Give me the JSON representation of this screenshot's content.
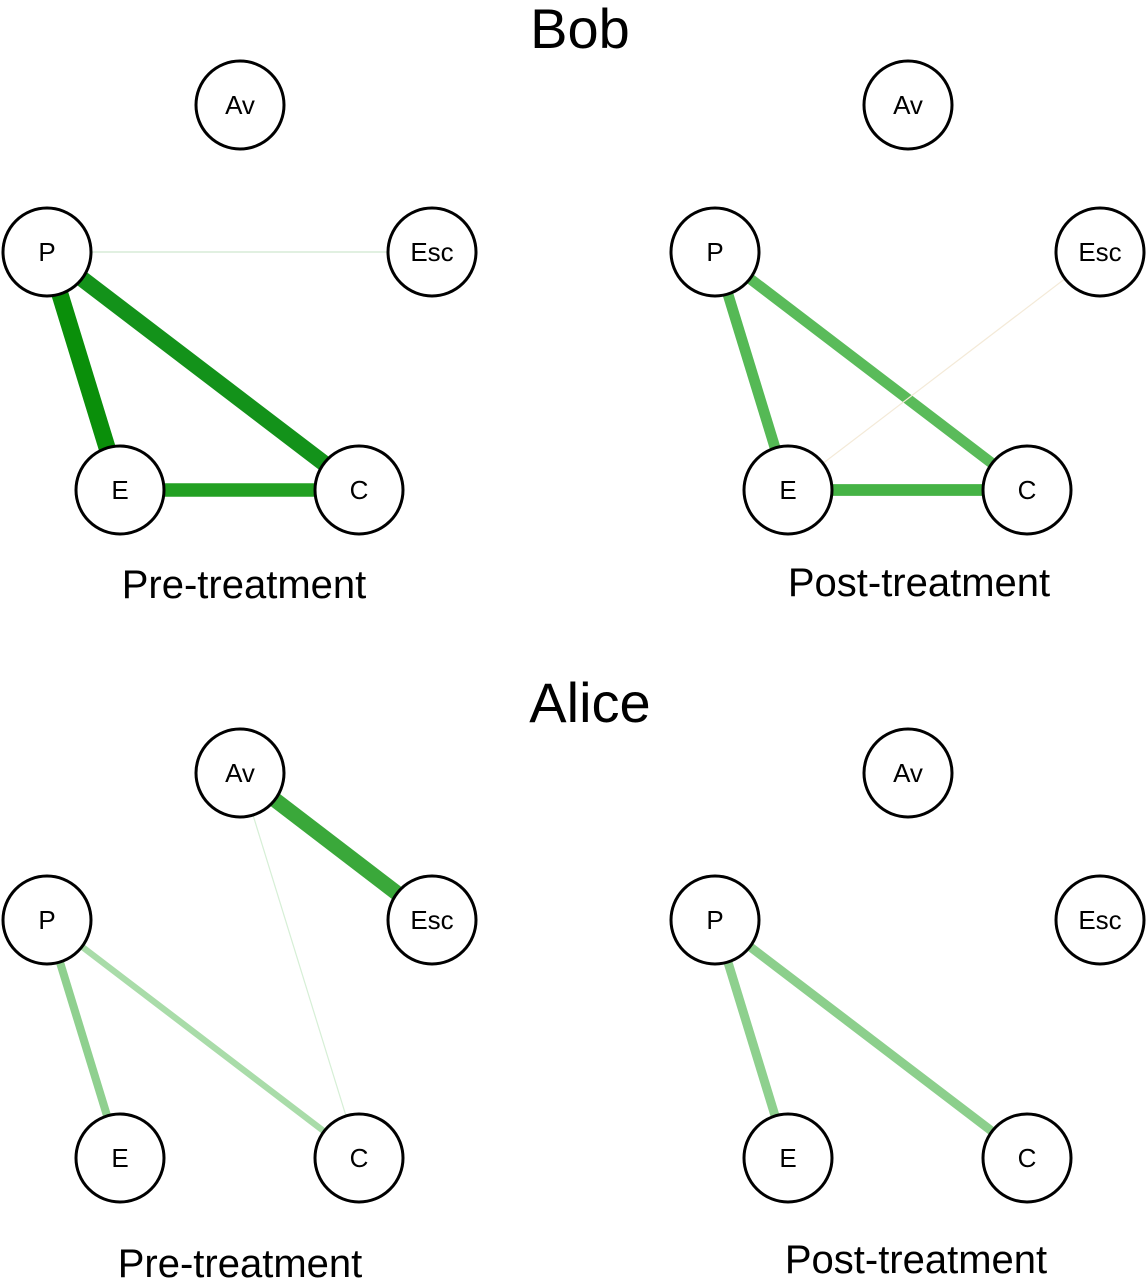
{
  "figures": [
    {
      "person": "Bob",
      "panels": [
        {
          "caption": "Pre-treatment",
          "nodes": [
            "Av",
            "P",
            "Esc",
            "E",
            "C"
          ],
          "edges": [
            {
              "from": "P",
              "to": "Esc",
              "weight": 0.05,
              "color": "#cfe8cf"
            },
            {
              "from": "P",
              "to": "E",
              "weight": 0.95,
              "color": "#0a8f0a"
            },
            {
              "from": "P",
              "to": "C",
              "weight": 0.9,
              "color": "#13921a"
            },
            {
              "from": "E",
              "to": "C",
              "weight": 0.75,
              "color": "#22a022"
            }
          ]
        },
        {
          "caption": "Post-treatment",
          "nodes": [
            "Av",
            "P",
            "Esc",
            "E",
            "C"
          ],
          "edges": [
            {
              "from": "P",
              "to": "E",
              "weight": 0.6,
              "color": "#55b955"
            },
            {
              "from": "P",
              "to": "C",
              "weight": 0.6,
              "color": "#5abb5a"
            },
            {
              "from": "E",
              "to": "C",
              "weight": 0.65,
              "color": "#45b345"
            },
            {
              "from": "E",
              "to": "Esc",
              "weight": 0.03,
              "color": "#f4ead8"
            }
          ]
        }
      ]
    },
    {
      "person": "Alice",
      "panels": [
        {
          "caption": "Pre-treatment",
          "nodes": [
            "Av",
            "P",
            "Esc",
            "E",
            "C"
          ],
          "edges": [
            {
              "from": "Av",
              "to": "Esc",
              "weight": 0.85,
              "color": "#3aa83a"
            },
            {
              "from": "Av",
              "to": "C",
              "weight": 0.05,
              "color": "#d6efd6"
            },
            {
              "from": "P",
              "to": "E",
              "weight": 0.45,
              "color": "#8fd08f"
            },
            {
              "from": "P",
              "to": "C",
              "weight": 0.35,
              "color": "#a9dca9"
            }
          ]
        },
        {
          "caption": "Post-treatment",
          "nodes": [
            "Av",
            "P",
            "Esc",
            "E",
            "C"
          ],
          "edges": [
            {
              "from": "P",
              "to": "E",
              "weight": 0.5,
              "color": "#8ed08e"
            },
            {
              "from": "P",
              "to": "C",
              "weight": 0.5,
              "color": "#8ccf8c"
            }
          ]
        }
      ]
    }
  ]
}
